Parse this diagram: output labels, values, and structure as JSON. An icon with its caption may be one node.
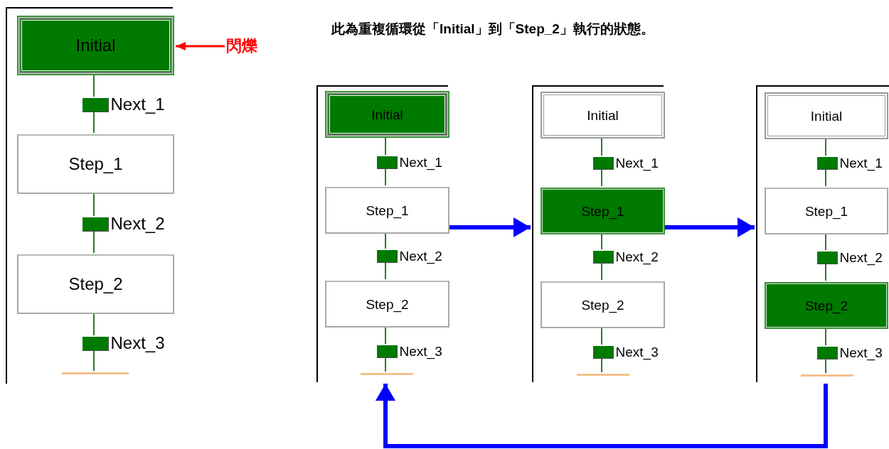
{
  "diagram": {
    "title": "此為重複循環從「Initial」到「Step_2」執行的狀態。",
    "nodes": [
      {
        "text": [],
        "shape": "box"
      },
      {
        "text": [
          "Initial"
        ],
        "in": 0
      },
      {
        "text": [],
        "shape": "bar",
        "beside": [
          "Next_1"
        ],
        "in": 0
      },
      {
        "text": [
          "Step_1"
        ],
        "in": 0
      },
      {
        "text": [],
        "shape": "bar",
        "beside": [
          "Next_2"
        ],
        "in": 0
      },
      {
        "text": [
          "Step_2"
        ],
        "in": 0
      },
      {
        "text": [],
        "shape": "bar",
        "beside": [
          "Next_3"
        ],
        "in": 0
      },
      {
        "text": [],
        "shape": "line",
        "in": 0
      },
      {
        "text": [],
        "shape": "box"
      },
      {
        "text": [
          "Initial"
        ],
        "in": 8
      },
      {
        "text": [],
        "shape": "bar",
        "beside": [
          "Next_1"
        ],
        "in": 8
      },
      {
        "text": [
          "Step_1"
        ],
        "in": 8
      },
      {
        "text": [],
        "shape": "bar",
        "beside": [
          "Next_2"
        ],
        "in": 8
      },
      {
        "text": [
          "Step_2"
        ],
        "in": 8
      },
      {
        "text": [],
        "shape": "bar",
        "beside": [
          "Next_3"
        ],
        "in": 8
      },
      {
        "text": [],
        "shape": "line",
        "in": 8
      },
      {
        "text": [],
        "shape": "box"
      },
      {
        "text": [
          "Initial"
        ],
        "in": 16
      },
      {
        "text": [],
        "shape": "bar",
        "beside": [
          "Next_1"
        ],
        "in": 16
      },
      {
        "text": [
          "Step_1"
        ],
        "in": 16
      },
      {
        "text": [],
        "shape": "bar",
        "beside": [
          "Next_2"
        ],
        "in": 16
      },
      {
        "text": [
          "Step_2"
        ],
        "in": 16
      },
      {
        "text": [],
        "shape": "bar",
        "beside": [
          "Next_3"
        ],
        "in": 16
      },
      {
        "text": [],
        "shape": "line",
        "in": 16
      },
      {
        "text": [],
        "shape": "box"
      },
      {
        "text": [
          "Initial"
        ],
        "in": 24
      },
      {
        "text": [],
        "shape": "bar",
        "beside": [
          "Next_1"
        ],
        "in": 24
      },
      {
        "text": [
          "Step_1"
        ],
        "in": 24
      },
      {
        "text": [],
        "shape": "bar",
        "beside": [
          "Next_2"
        ],
        "in": 24
      },
      {
        "text": [
          "Step_2"
        ],
        "in": 24
      },
      {
        "text": [],
        "shape": "bar",
        "beside": [
          "Next_3"
        ],
        "in": 24
      },
      {
        "text": [],
        "shape": "line",
        "in": 24
      },
      {
        "text": [
          "閃爍"
        ]
      }
    ],
    "edges": [
      {
        "from": 1,
        "to": 2,
        "arrow": "none"
      },
      {
        "from": 2,
        "to": 3,
        "arrow": "none"
      },
      {
        "from": 3,
        "to": 4,
        "arrow": "none"
      },
      {
        "from": 4,
        "to": 5,
        "arrow": "none"
      },
      {
        "from": 5,
        "to": 6,
        "arrow": "none"
      },
      {
        "from": 6,
        "to": 7,
        "arrow": "none"
      },
      {
        "from": 9,
        "to": 10,
        "arrow": "none"
      },
      {
        "from": 10,
        "to": 11,
        "arrow": "none"
      },
      {
        "from": 11,
        "to": 12,
        "arrow": "none"
      },
      {
        "from": 12,
        "to": 13,
        "arrow": "none"
      },
      {
        "from": 13,
        "to": 14,
        "arrow": "none"
      },
      {
        "from": 14,
        "to": 15,
        "arrow": "none"
      },
      {
        "from": 17,
        "to": 18,
        "arrow": "none"
      },
      {
        "from": 18,
        "to": 19,
        "arrow": "none"
      },
      {
        "from": 19,
        "to": 20,
        "arrow": "none"
      },
      {
        "from": 20,
        "to": 21,
        "arrow": "none"
      },
      {
        "from": 21,
        "to": 22,
        "arrow": "none"
      },
      {
        "from": 22,
        "to": 23,
        "arrow": "none"
      },
      {
        "from": 25,
        "to": 26,
        "arrow": "none"
      },
      {
        "from": 26,
        "to": 27,
        "arrow": "none"
      },
      {
        "from": 27,
        "to": 28,
        "arrow": "none"
      },
      {
        "from": 28,
        "to": 29,
        "arrow": "none"
      },
      {
        "from": 29,
        "to": 30,
        "arrow": "none"
      },
      {
        "from": 30,
        "to": 31,
        "arrow": "none"
      },
      {
        "from": 32,
        "to": 1,
        "arrow": "to",
        "color": "#ff0000"
      },
      {
        "from": 8,
        "to": 16,
        "arrow": "to",
        "style": "thick",
        "color": "#0000ff"
      },
      {
        "from": 16,
        "to": 24,
        "arrow": "to",
        "style": "thick",
        "color": "#0000ff"
      },
      {
        "from": 24,
        "to": 8,
        "arrow": "to",
        "style": "thick",
        "color": "#0000ff"
      }
    ]
  }
}
